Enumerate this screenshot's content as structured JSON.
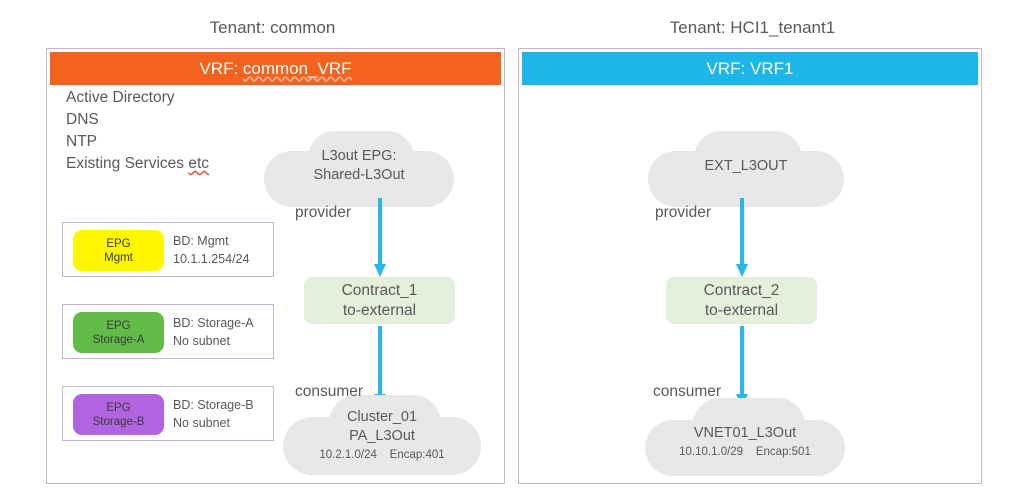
{
  "diagram": {
    "title": "ACI Tenant / VRF contract topology",
    "colors": {
      "vrf_common_header": "#f4631e",
      "vrf_tenant1_header": "#1cb7e8",
      "panel_border": "#cbb5d6",
      "cloud_fill": "#e8e8e8",
      "contract_fill": "#e4efdc",
      "arrow": "#29b6e8",
      "epg_mgmt": "#fff600",
      "epg_storage_a": "#62bb46",
      "epg_storage_b": "#b163e0",
      "text": "#58595b"
    }
  },
  "left": {
    "tenant_caption": "Tenant: common",
    "vrf_header_prefix": "VRF: ",
    "vrf_header_name": "common_VRF",
    "services": [
      "Active Directory",
      "DNS",
      "NTP",
      "Existing Services "
    ],
    "services_last_word": "etc",
    "epgs": [
      {
        "chip_line1": "EPG",
        "chip_line2": "Mgmt",
        "bd": "BD: Mgmt",
        "subnet": "10.1.1.254/24"
      },
      {
        "chip_line1": "EPG",
        "chip_line2": "Storage-A",
        "bd": "BD: Storage-A",
        "subnet": "No subnet"
      },
      {
        "chip_line1": "EPG",
        "chip_line2": "Storage-B",
        "bd": "BD: Storage-B",
        "subnet": "No subnet"
      }
    ],
    "top_cloud": {
      "line1": "L3out EPG:",
      "line2": "Shared-L3Out"
    },
    "provider_label": "provider",
    "contract": {
      "line1": "Contract_1",
      "line2": "to-external"
    },
    "consumer_label": "consumer",
    "bottom_cloud": {
      "line1": "Cluster_01",
      "line2": "PA_L3Out",
      "subnet": "10.2.1.0/24",
      "encap": "Encap:401"
    }
  },
  "right": {
    "tenant_caption": "Tenant: HCI1_tenant1",
    "vrf_header_prefix": "VRF: ",
    "vrf_header_name": "VRF1",
    "top_cloud": {
      "line1": "EXT_L3OUT"
    },
    "provider_label": "provider",
    "contract": {
      "line1": "Contract_2",
      "line2": "to-external"
    },
    "consumer_label": "consumer",
    "bottom_cloud": {
      "line1": "VNET01_L3Out",
      "subnet": "10.10.1.0/29",
      "encap": "Encap:501"
    }
  }
}
